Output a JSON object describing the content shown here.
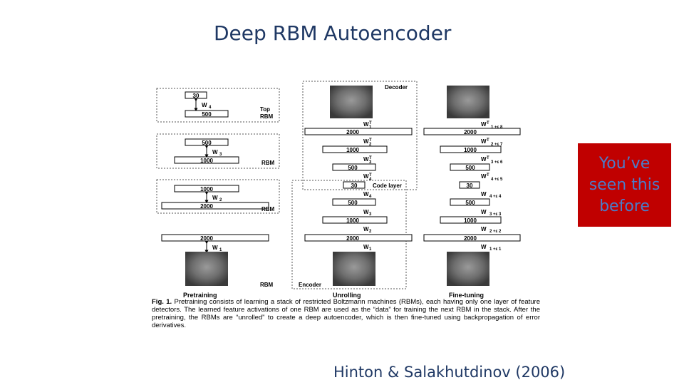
{
  "slide": {
    "title": "Deep RBM Autoencoder",
    "callout": [
      "You’ve",
      "seen this",
      "before"
    ],
    "citation": "Hinton & Salakhutdinov (2006)"
  },
  "figure": {
    "pretraining": {
      "label": "Pretraining",
      "rbm_blocks": [
        {
          "top": "30",
          "weight": "W",
          "weight_sub": "4",
          "bottom": "500",
          "tag": "Top RBM"
        },
        {
          "top": "500",
          "weight": "W",
          "weight_sub": "3",
          "bottom": "1000",
          "tag": "RBM"
        },
        {
          "top": "1000",
          "weight": "W",
          "weight_sub": "2",
          "bottom": "2000",
          "tag": "RBM"
        },
        {
          "top": "2000",
          "weight": "W",
          "weight_sub": "1",
          "bottom": "",
          "tag": "RBM"
        }
      ]
    },
    "unrolling": {
      "label": "Unrolling",
      "decoder_label": "Decoder",
      "encoder_label": "Encoder",
      "code_layer_label": "Code layer",
      "layers": [
        "2000",
        "1000",
        "500",
        "30",
        "500",
        "1000",
        "2000"
      ],
      "weights": [
        "W1T",
        "W2T",
        "W3T",
        "W4T",
        "W4",
        "W3",
        "W2",
        "W1"
      ]
    },
    "finetuning": {
      "label": "Fine-tuning",
      "layers": [
        "2000",
        "1000",
        "500",
        "30",
        "500",
        "1000",
        "2000"
      ],
      "weights": [
        "W1T+ε8",
        "W2T+ε7",
        "W3T+ε6",
        "W4T+ε5",
        "W4+ε4",
        "W3+ε3",
        "W2+ε2",
        "W1+ε1"
      ]
    },
    "caption_prefix": "Fig. 1.",
    "caption_body": " Pretraining consists of learning a stack of restricted Boltzmann machines (RBMs), each having only one layer of feature detectors. The learned feature activations of one RBM are used as the “data” for training the next RBM in the stack. After the pretraining, the RBMs are “unrolled” to create a deep autoencoder, which is then fine-tuned using backpropagation of error derivatives."
  }
}
